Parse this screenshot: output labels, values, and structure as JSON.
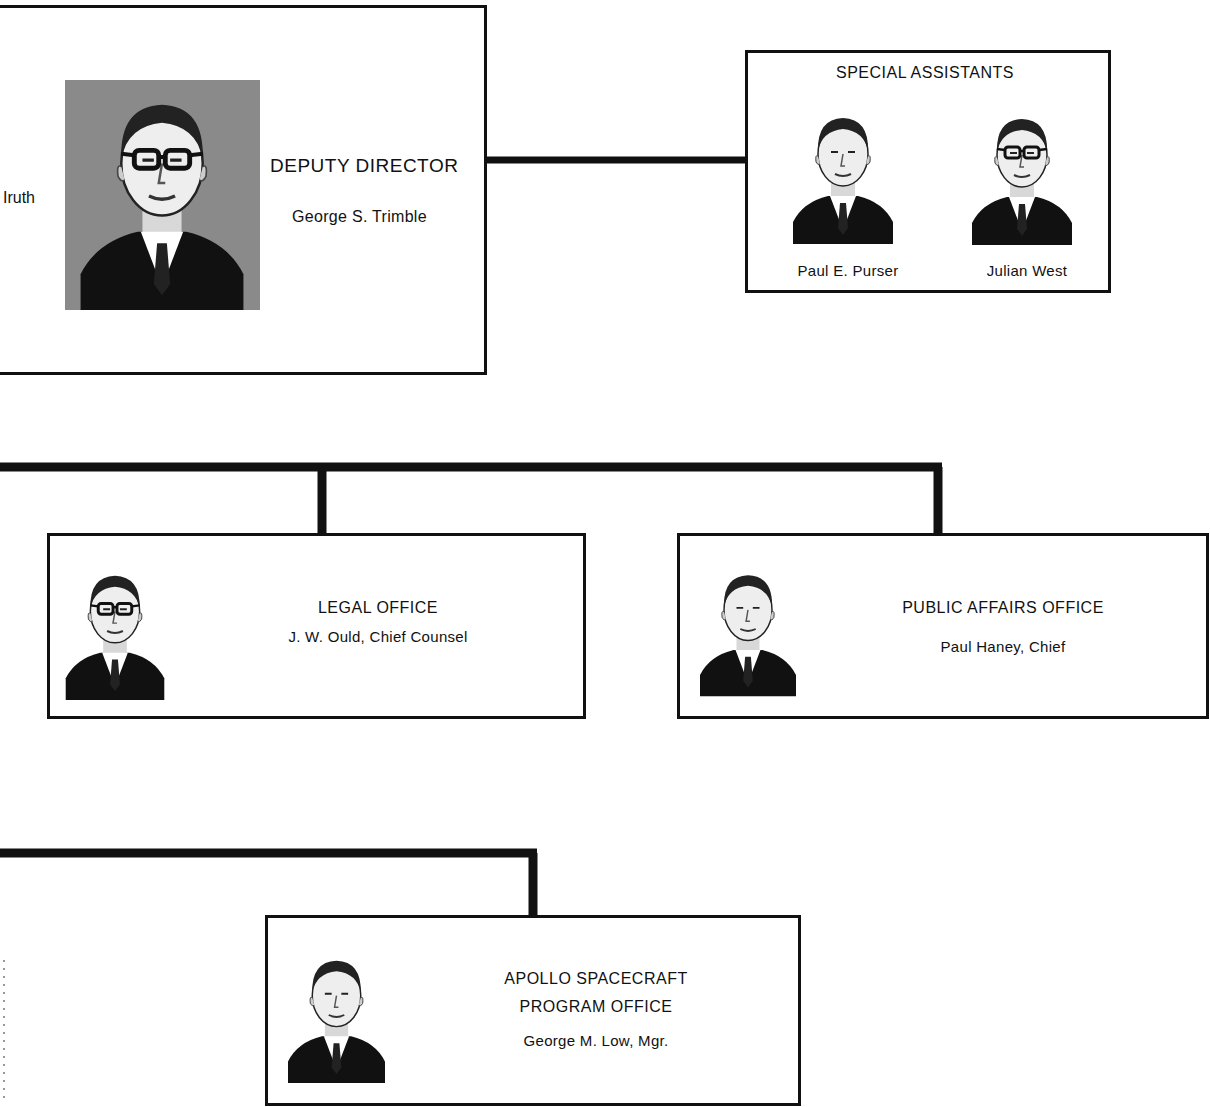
{
  "diagram": {
    "nodes": [
      {
        "text": [
          "Iruth",
          "DEPUTY DIRECTOR",
          "George S. Trimble"
        ]
      },
      {
        "text": [
          "SPECIAL ASSISTANTS",
          "Paul E. Purser",
          "Julian West"
        ]
      },
      {
        "text": [
          "LEGAL OFFICE",
          "J. W. Ould, Chief Counsel"
        ]
      },
      {
        "text": [
          "PUBLIC AFFAIRS OFFICE",
          "Paul Haney, Chief"
        ]
      },
      {
        "text": [
          "APOLLO SPACECRAFT PROGRAM OFFICE",
          "George M. Low, Mgr."
        ]
      }
    ],
    "edges": [
      {
        "from": 0,
        "to": 1,
        "arrow": "none"
      }
    ]
  }
}
